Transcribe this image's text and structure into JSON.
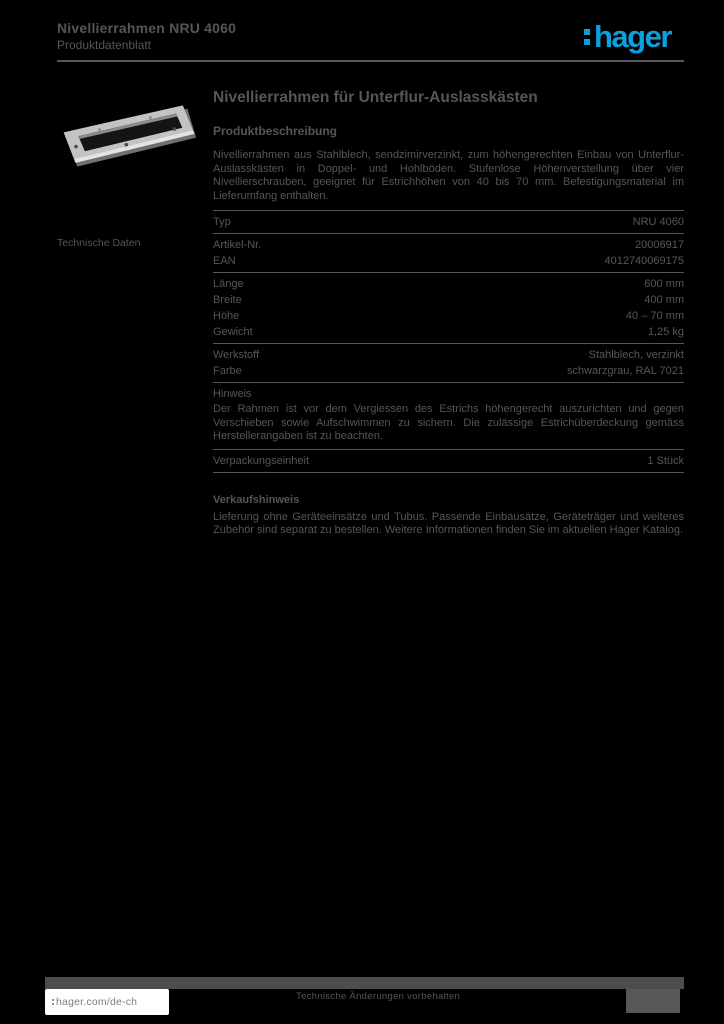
{
  "page": {
    "background_color": "#000000",
    "text_color": "#55565a",
    "accent_blue": "#0aa0dc"
  },
  "header": {
    "line1": "Nivellierrahmen NRU 4060",
    "line2": "Produktdatenblatt",
    "logo_text": "hager"
  },
  "sidebar": {
    "section_label": "Technische Daten"
  },
  "product": {
    "title": "Nivellierrahmen für Unterflur-Auslasskästen",
    "image_alt": "nivellierrahmen-produktfoto",
    "description_heading": "Produktbeschreibung",
    "description": "Nivellierrahmen aus Stahlblech, sendzimirverzinkt, zum höhengerechten Einbau von Unterflur-Auslasskästen in Doppel- und Hohlböden. Stufenlose Höhenverstellung über vier Nivellierschrauben, geeignet für Estrichhöhen von 40 bis 70 mm. Befestigungsmaterial im Lieferumfang enthalten."
  },
  "specs": {
    "groups": [
      {
        "rows": [
          {
            "label": "Typ",
            "value": "NRU 4060"
          }
        ]
      },
      {
        "rows": [
          {
            "label": "Artikel-Nr.",
            "value": "20006917"
          },
          {
            "label": "EAN",
            "value": "4012740069175"
          }
        ]
      },
      {
        "rows": [
          {
            "label": "Länge",
            "value": "600 mm"
          },
          {
            "label": "Breite",
            "value": "400 mm"
          },
          {
            "label": "Höhe",
            "value": "40 – 70 mm"
          },
          {
            "label": "Gewicht",
            "value": "1,25 kg"
          }
        ]
      },
      {
        "rows": [
          {
            "label": "Werkstoff",
            "value": "Stahlblech, verzinkt"
          },
          {
            "label": "Farbe",
            "value": "schwarzgrau, RAL 7021"
          }
        ]
      },
      {
        "rows": [
          {
            "label": "Hinweis",
            "value": "Der Rahmen ist vor dem Vergiessen des Estrichs höhengerecht auszurichten und gegen Verschieben sowie Aufschwimmen zu sichern. Die zulässige Estrichüberdeckung gemäss Herstellerangaben ist zu beachten."
          }
        ]
      },
      {
        "rows": [
          {
            "label": "Verpackungseinheit",
            "value": "1 Stück"
          }
        ]
      }
    ]
  },
  "note": {
    "heading": "Verkaufshinweis",
    "text": "Lieferung ohne Geräteeinsätze und Tubus. Passende Einbausätze, Geräteträger und weiteres Zubehör sind separat zu bestellen. Weitere Informationen finden Sie im aktuellen Hager Katalog."
  },
  "footer": {
    "link": "hager.com/de-ch",
    "center": "Technische Änderungen vorbehalten"
  }
}
